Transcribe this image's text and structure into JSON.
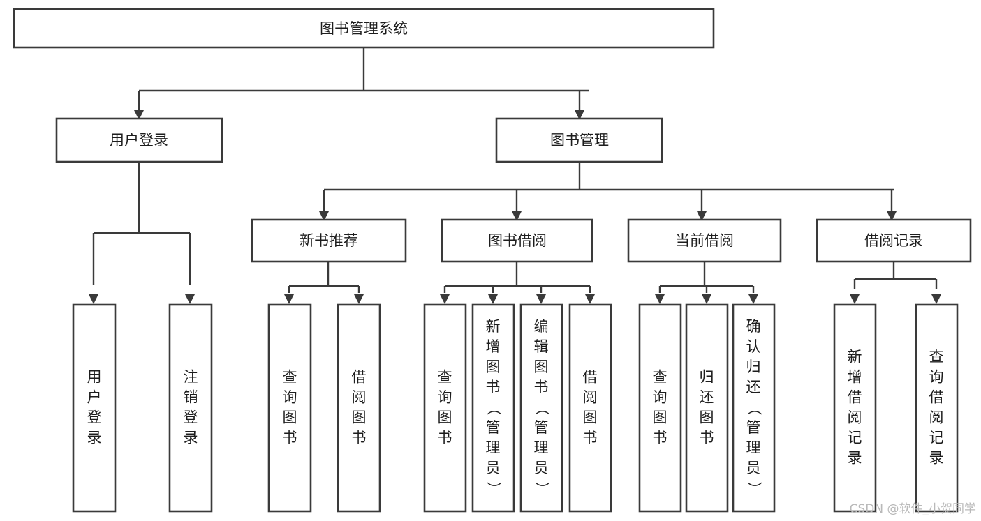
{
  "diagram": {
    "type": "tree",
    "title": "图书管理系统",
    "orientation": "top-down",
    "watermark": "CSDN @软件_小贺同学",
    "colors": {
      "box_stroke": "#3a3a3a",
      "box_fill": "#ffffff",
      "connector": "#3a3a3a",
      "label_text": "#1d1d1d",
      "watermark_text": "#b9b9b9",
      "background": "#ffffff"
    },
    "nodes": {
      "root": {
        "label": "图书管理系统",
        "orient": "horizontal"
      },
      "level2": [
        {
          "label": "用户登录",
          "orient": "horizontal"
        },
        {
          "label": "图书管理",
          "orient": "horizontal"
        }
      ],
      "level3": [
        {
          "label": "新书推荐",
          "orient": "horizontal"
        },
        {
          "label": "图书借阅",
          "orient": "horizontal"
        },
        {
          "label": "当前借阅",
          "orient": "horizontal"
        },
        {
          "label": "借阅记录",
          "orient": "horizontal"
        }
      ],
      "leaves_user_login": [
        {
          "label": "用户登录",
          "orient": "vertical"
        },
        {
          "label": "注销登录",
          "orient": "vertical"
        }
      ],
      "leaves_new_books": [
        {
          "label": "查询图书",
          "orient": "vertical"
        },
        {
          "label": "借阅图书",
          "orient": "vertical"
        }
      ],
      "leaves_borrow": [
        {
          "label": "查询图书",
          "orient": "vertical"
        },
        {
          "label": "新增图书（管理员）",
          "orient": "vertical"
        },
        {
          "label": "编辑图书（管理员）",
          "orient": "vertical"
        },
        {
          "label": "借阅图书",
          "orient": "vertical"
        }
      ],
      "leaves_current": [
        {
          "label": "查询图书",
          "orient": "vertical"
        },
        {
          "label": "归还图书",
          "orient": "vertical"
        },
        {
          "label": "确认归还（管理员）",
          "orient": "vertical"
        }
      ],
      "leaves_records": [
        {
          "label": "新增借阅记录",
          "orient": "vertical"
        },
        {
          "label": "查询借阅记录",
          "orient": "vertical"
        }
      ]
    },
    "edges": [
      {
        "from": "图书管理系统",
        "to": "用户登录"
      },
      {
        "from": "图书管理系统",
        "to": "图书管理"
      },
      {
        "from": "图书管理",
        "to": "新书推荐"
      },
      {
        "from": "图书管理",
        "to": "图书借阅"
      },
      {
        "from": "图书管理",
        "to": "当前借阅"
      },
      {
        "from": "图书管理",
        "to": "借阅记录"
      },
      {
        "from": "用户登录",
        "to": "用户登录(叶)"
      },
      {
        "from": "用户登录",
        "to": "注销登录"
      },
      {
        "from": "新书推荐",
        "to": "查询图书"
      },
      {
        "from": "新书推荐",
        "to": "借阅图书"
      },
      {
        "from": "图书借阅",
        "to": "查询图书"
      },
      {
        "from": "图书借阅",
        "to": "新增图书（管理员）"
      },
      {
        "from": "图书借阅",
        "to": "编辑图书（管理员）"
      },
      {
        "from": "图书借阅",
        "to": "借阅图书"
      },
      {
        "from": "当前借阅",
        "to": "查询图书"
      },
      {
        "from": "当前借阅",
        "to": "归还图书"
      },
      {
        "from": "当前借阅",
        "to": "确认归还（管理员）"
      },
      {
        "from": "借阅记录",
        "to": "新增借阅记录"
      },
      {
        "from": "借阅记录",
        "to": "查询借阅记录"
      }
    ]
  }
}
